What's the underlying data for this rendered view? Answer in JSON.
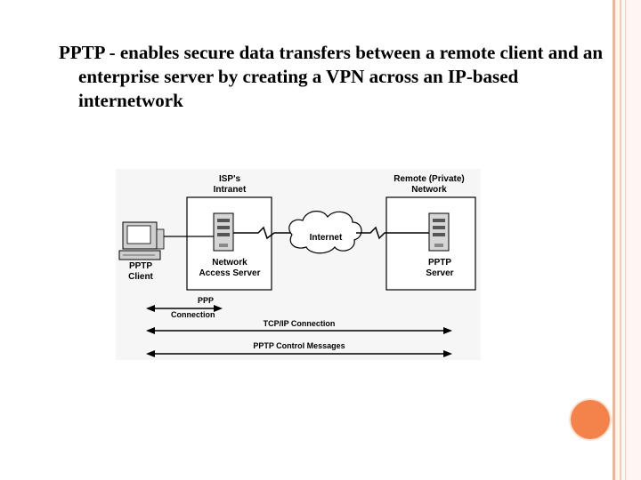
{
  "heading": {
    "text": "PPTP - enables secure data transfers between a remote client and an enterprise server by creating a VPN across an IP-based internetwork"
  },
  "diagram": {
    "isp": {
      "label_line1": "ISP's",
      "label_line2": "Intranet"
    },
    "remote": {
      "label_line1": "Remote (Private)",
      "label_line2": "Network"
    },
    "client": {
      "label_line1": "PPTP",
      "label_line2": "Client"
    },
    "nas": {
      "label_line1": "Network",
      "label_line2": "Access Server"
    },
    "cloud": {
      "label": "Internet"
    },
    "pptp_server": {
      "label_line1": "PPTP",
      "label_line2": "Server"
    },
    "ppp": {
      "label_line1": "PPP",
      "label_line2": "Connection"
    },
    "tcpip": {
      "label": "TCP/IP Connection"
    },
    "control": {
      "label": "PPTP Control Messages"
    }
  },
  "colors": {
    "accent": "#f4834b",
    "frame": "#f2b38e"
  }
}
